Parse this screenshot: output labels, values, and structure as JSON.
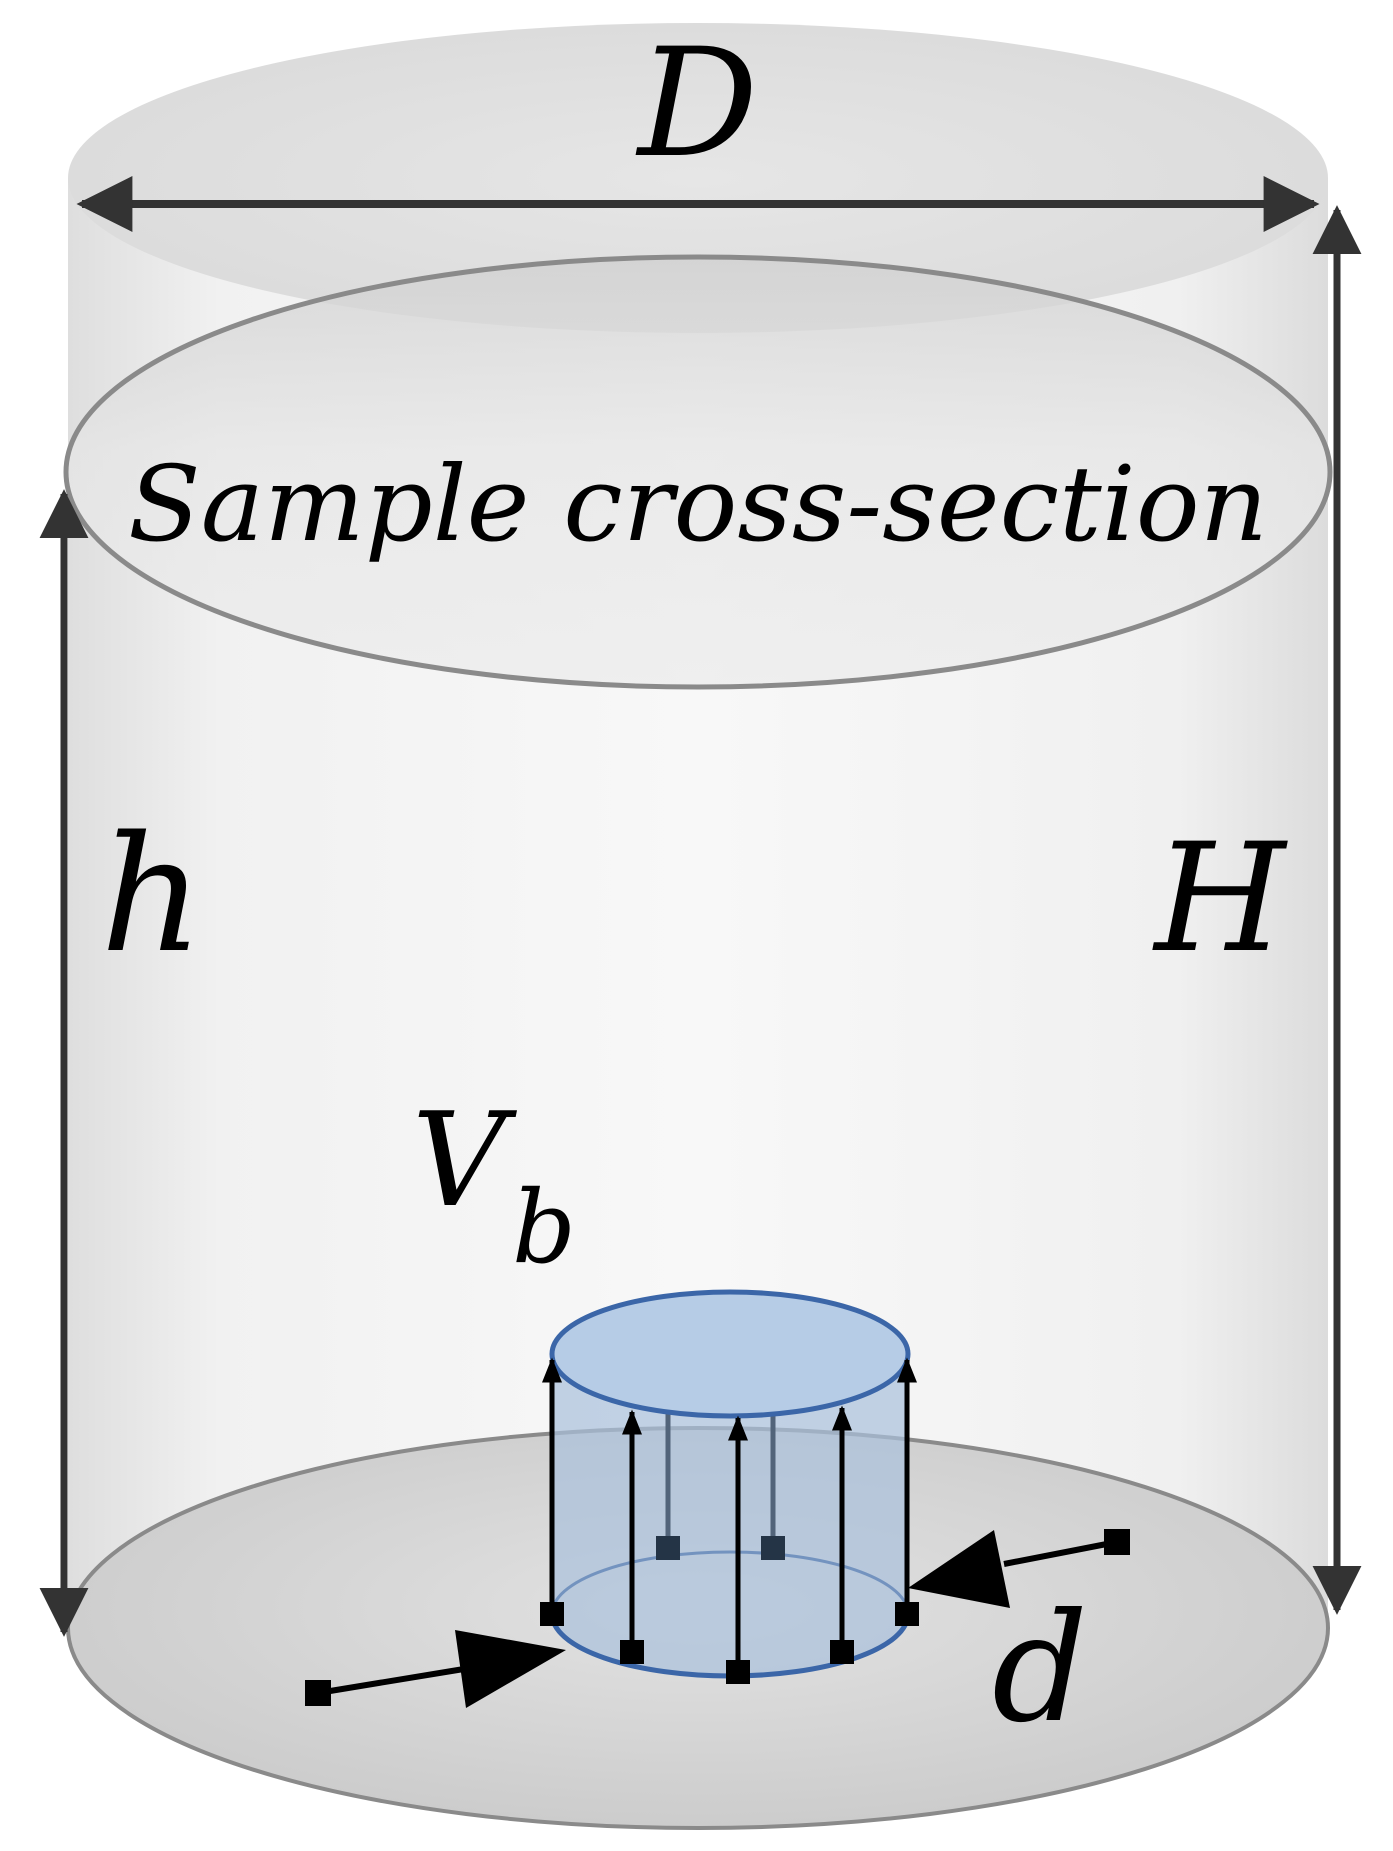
{
  "labels": {
    "diameter": "D",
    "sample_height": "h",
    "total_height": "H",
    "cross_section": "Sample cross-section",
    "volume_main": "V",
    "volume_sub": "b",
    "small_diameter": "d"
  },
  "colors": {
    "cylinder_side": "#eeeeee",
    "cylinder_top": "#e2e2e2",
    "cross_section_fill": "#dcdcdc",
    "ellipse_stroke": "#8a8a8a",
    "dimension_arrow": "#333333",
    "small_cylinder_fill": "#a9c0dc",
    "small_cylinder_stroke": "#3b66a8",
    "flow_arrow": "#000000",
    "flow_arrow_back": "#52647a"
  },
  "icons": {
    "flow_arrows": "upward-arrow-icon",
    "dimension_arrows": "double-headed-arrow-icon"
  }
}
